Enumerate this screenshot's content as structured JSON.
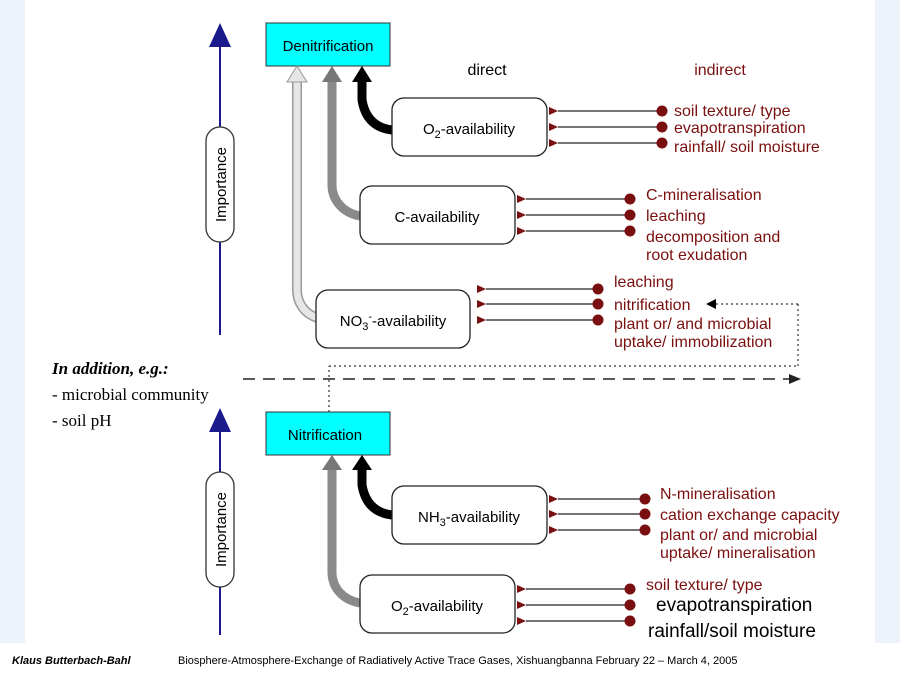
{
  "header": {
    "direct": "direct",
    "indirect": "indirect"
  },
  "axis": {
    "label": "Importance"
  },
  "processes": {
    "denitrification": "Denitrification",
    "nitrification": "Nitrification"
  },
  "factors": {
    "o2_top": {
      "main": "O",
      "sub": "2",
      "rest": "-availability"
    },
    "c": {
      "text": "C-availability"
    },
    "no3": {
      "main": "NO",
      "sub": "3",
      "sup": "-",
      "rest": "-availability"
    },
    "nh3": {
      "main": "NH",
      "sub": "3",
      "rest": "-availability"
    },
    "o2_bottom": {
      "main": "O",
      "sub": "2",
      "rest": "-availability"
    }
  },
  "indirect": {
    "o2_top": [
      "soil texture/ type",
      "evapotranspiration",
      "rainfall/ soil moisture"
    ],
    "c": [
      "C-mineralisation",
      "leaching",
      "decomposition and",
      "root exudation"
    ],
    "no3": [
      "leaching",
      "nitrification",
      "plant or/ and microbial",
      "uptake/ immobilization"
    ],
    "nh3": [
      "N-mineralisation",
      "cation exchange capacity",
      "plant or/ and microbial",
      "uptake/ mineralisation"
    ],
    "o2_bottom": [
      "soil texture/ type",
      "evapotranspiration",
      "rainfall/soil moisture"
    ]
  },
  "addition": {
    "title": "In addition, e.g.:",
    "items": [
      "- microbial community",
      "- soil pH"
    ]
  },
  "footer": {
    "author": "Klaus Butterbach-Bahl",
    "conference": "Biosphere-Atmosphere-Exchange of Radiatively Active Trace Gases, Xishuangbanna February 22 – March 4, 2005"
  },
  "colors": {
    "cyan": "#00ffff",
    "dark_red": "#7a0f0f",
    "navy": "#1a1a8c"
  }
}
